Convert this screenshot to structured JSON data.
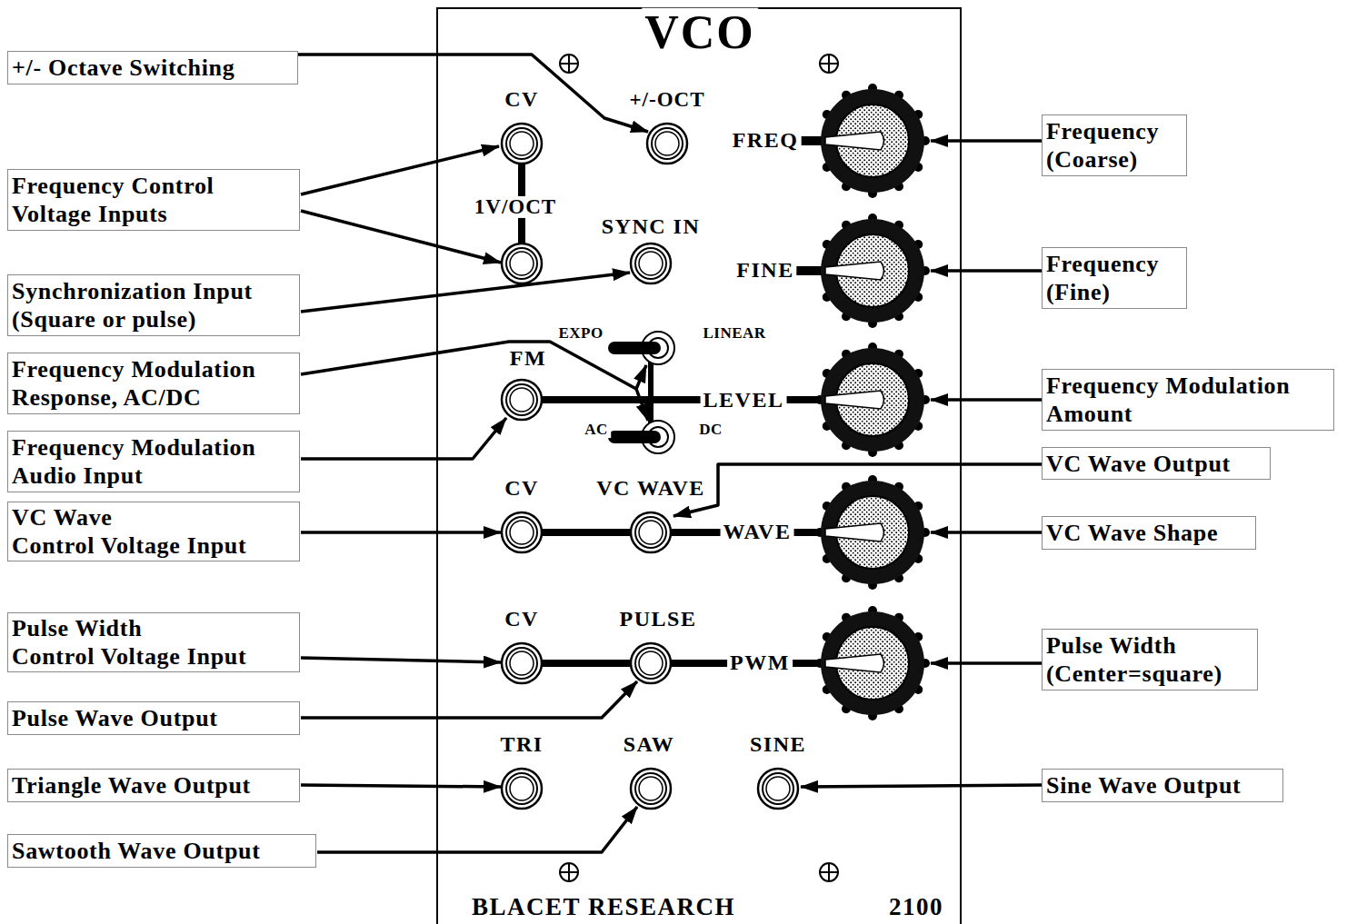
{
  "diagram": {
    "nodes": [
      {
        "text": [
          "+/- Octave Switching"
        ]
      },
      {
        "text": [
          "Frequency Control Voltage Inputs"
        ]
      },
      {
        "text": [
          "Synchronization Input (Square or pulse)"
        ]
      },
      {
        "text": [
          "Frequency Modulation Response, AC/DC"
        ]
      },
      {
        "text": [
          "Frequency Modulation Audio Input"
        ]
      },
      {
        "text": [
          "VC Wave Control Voltage Input"
        ]
      },
      {
        "text": [
          "Pulse Width Control Voltage Input"
        ]
      },
      {
        "text": [
          "Pulse Wave Output"
        ]
      },
      {
        "text": [
          "Triangle Wave Output"
        ]
      },
      {
        "text": [
          "Sawtooth Wave Output"
        ]
      },
      {
        "text": [
          "Frequency (Coarse)"
        ]
      },
      {
        "text": [
          "Frequency (Fine)"
        ]
      },
      {
        "text": [
          "Frequency Modulation Amount"
        ]
      },
      {
        "text": [
          "VC Wave Output"
        ]
      },
      {
        "text": [
          "VC Wave Shape"
        ]
      },
      {
        "text": [
          "Pulse Width (Center=square)"
        ]
      },
      {
        "text": [
          "Sine Wave Output"
        ]
      }
    ],
    "labels": [
      "VCO",
      "CV",
      "+/-OCT",
      "FREQ",
      "1V/OCT",
      "SYNC IN",
      "FINE",
      "EXPO",
      "LINEAR",
      "FM",
      "LEVEL",
      "AC",
      "DC",
      "CV",
      "VC WAVE",
      "WAVE",
      "CV",
      "PULSE",
      "PWM",
      "TRI",
      "SAW",
      "SINE",
      "BLACET RESEARCH",
      "2100"
    ]
  }
}
